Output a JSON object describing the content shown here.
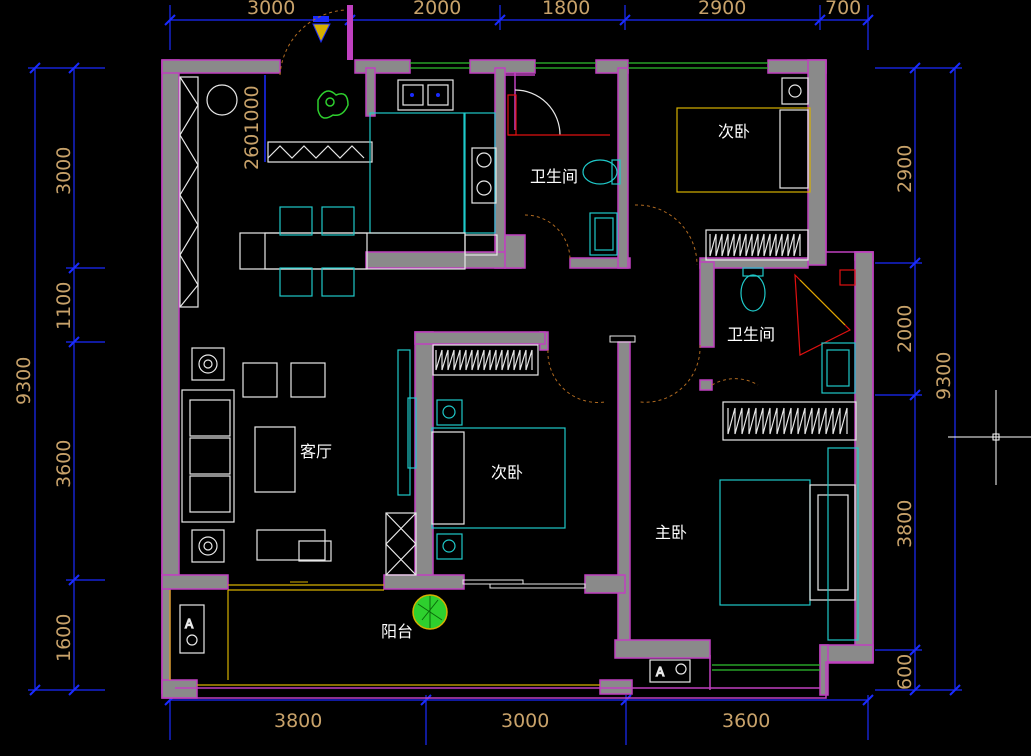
{
  "colors": {
    "background": "#000000",
    "wall_fill": "#8a8a8a",
    "wall_outline": "#c040c0",
    "dimension_line": "#1a2bff",
    "dimension_text": "#c8a26a",
    "furniture_white": "#e8e8e8",
    "furniture_cyan": "#1fc9c9",
    "furniture_yellow": "#d6b000",
    "door_arc": "#b06a20",
    "window_green": "#2fbf2f",
    "plant_green": "#2ed02e",
    "red": "#e01010"
  },
  "dimensions": {
    "top": [
      "3000",
      "2000",
      "1800",
      "2900",
      "700"
    ],
    "bottom": [
      "3800",
      "3000",
      "3600"
    ],
    "left": [
      "3000",
      "1100",
      "3600",
      "1600"
    ],
    "left_total": "9300",
    "right": [
      "2900",
      "2000",
      "3800",
      "600"
    ],
    "right_total": "9300",
    "inner_vertical": "2601000"
  },
  "rooms": {
    "living_room": "客厅",
    "balcony": "阳台",
    "second_bedroom_top": "次卧",
    "second_bedroom_center": "次卧",
    "master_bedroom": "主卧",
    "bathroom_top": "卫生间",
    "bathroom_right": "卫生间"
  },
  "icons": [
    "north-arrow-icon",
    "crosshair-cursor-icon",
    "ac-unit-icon",
    "potted-plant-icon",
    "toilet-icon",
    "sink-icon",
    "stove-icon"
  ]
}
